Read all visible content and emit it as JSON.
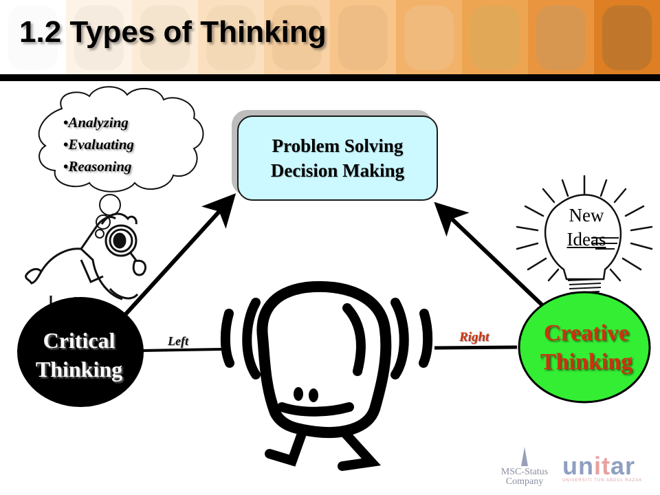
{
  "slide": {
    "title": "1.2 Types of Thinking"
  },
  "header": {
    "panel_colors": [
      "#ffffff",
      "#fdf3e6",
      "#fcebd6",
      "#fbe0c0",
      "#f9d3a5",
      "#f7c48a",
      "#f3b26a",
      "#eea552",
      "#e99540",
      "#dd7f22"
    ],
    "bar_color": "#000000"
  },
  "thought_cloud": {
    "items": [
      "Analyzing",
      "Evaluating",
      "Reasoning"
    ]
  },
  "goal_box": {
    "line1": "Problem Solving",
    "line2": "Decision Making",
    "fill_color": "#ccf8ff"
  },
  "bulb": {
    "line1": "New",
    "line2": "Ideas"
  },
  "critical_node": {
    "line1": "Critical",
    "line2": "Thinking",
    "fill_color": "#000000",
    "text_color": "#ffffff"
  },
  "creative_node": {
    "line1": "Creative",
    "line2": "Thinking",
    "fill_color": "#33ee33",
    "text_color": "#cc3311"
  },
  "connectors": {
    "left_label": "Left",
    "right_label": "Right"
  },
  "logos": {
    "msc_line1": "MSC-Status",
    "msc_line2": "Company",
    "unitar_pre": "un",
    "unitar_it": "it",
    "unitar_post": "ar",
    "unitar_sub": "UNIVERSITI TUN ABDUL RAZAK"
  }
}
